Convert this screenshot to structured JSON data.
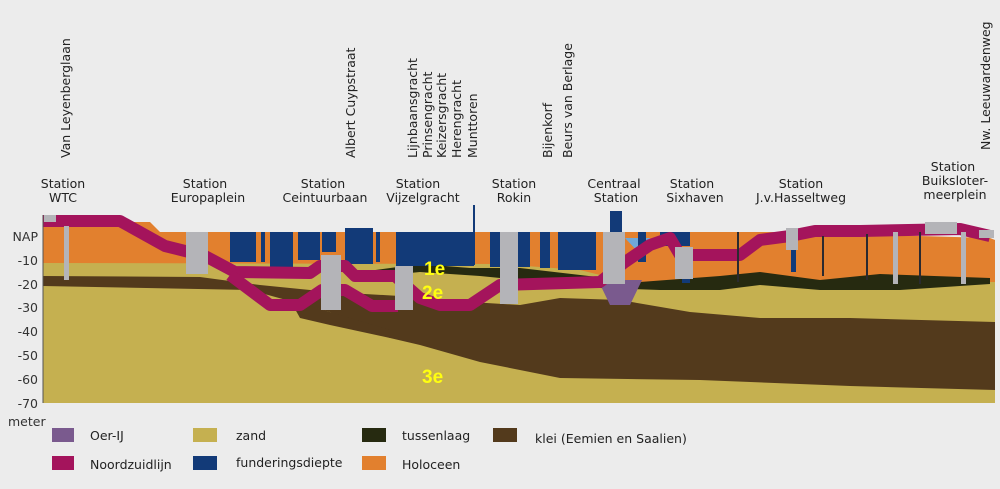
{
  "streets": [
    {
      "name": "Van Leyenberglaan"
    },
    {
      "name": "Albert Cuypstraat"
    },
    {
      "name": "Lijnbaansgracht"
    },
    {
      "name": "Prinsengracht"
    },
    {
      "name": "Keizersgracht"
    },
    {
      "name": "Herengracht"
    },
    {
      "name": "Munttoren"
    },
    {
      "name": "Bijenkorf"
    },
    {
      "name": "Beurs van Berlage"
    },
    {
      "name": "Nw. Leeuwardenweg"
    }
  ],
  "stations": [
    {
      "l1": "Station",
      "l2": "WTC"
    },
    {
      "l1": "Station",
      "l2": "Europaplein"
    },
    {
      "l1": "Station",
      "l2": "Ceintuurbaan"
    },
    {
      "l1": "Station",
      "l2": "Vijzelgracht"
    },
    {
      "l1": "Station",
      "l2": "Rokin"
    },
    {
      "l1": "Centraal",
      "l2": "Station"
    },
    {
      "l1": "Station",
      "l2": "Sixhaven"
    },
    {
      "l1": "Station",
      "l2": "J.v.Hasseltweg"
    },
    {
      "l1": "Station",
      "l2": "Buiksloter-",
      "l3": "meerplein"
    }
  ],
  "axis": {
    "ticks": [
      "NAP",
      "-10",
      "-20",
      "-30",
      "-40",
      "-50",
      "-60",
      "-70"
    ],
    "unit": "meter"
  },
  "layer_labels": [
    "1e",
    "2e",
    "3e"
  ],
  "legend": [
    {
      "label": "Oer-IJ",
      "color": "#7a5a8e"
    },
    {
      "label": "zand",
      "color": "#c5b050"
    },
    {
      "label": "tussenlaag",
      "color": "#262a10"
    },
    {
      "label": "klei (Eemien en Saalien)",
      "color": "#533a1c"
    },
    {
      "label": "Noordzuidlijn",
      "color": "#a4145c"
    },
    {
      "label": "funderingsdiepte",
      "color": "#123a78"
    },
    {
      "label": "Holoceen",
      "color": "#e2802e"
    }
  ]
}
